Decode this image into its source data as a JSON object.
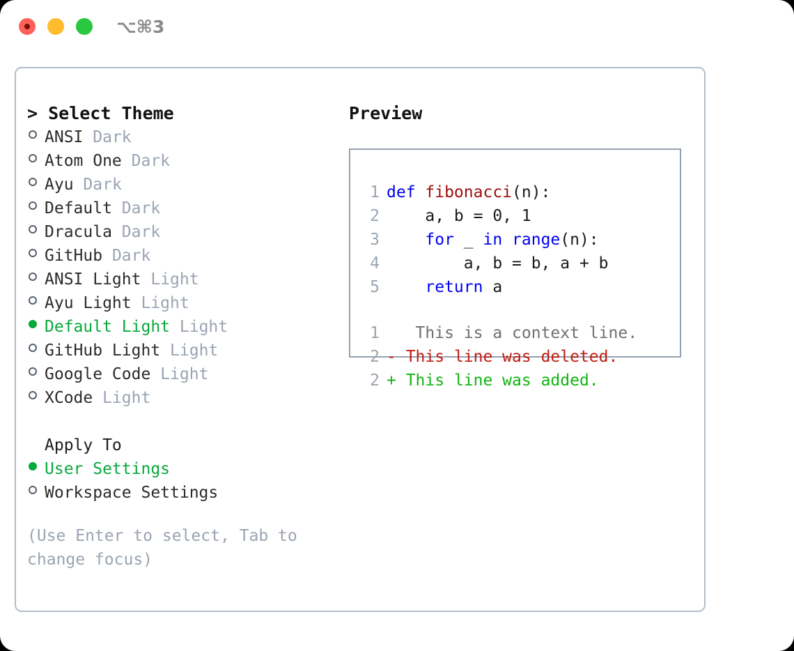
{
  "titlebar": {
    "shortcut": "⌥⌘3",
    "buttons": [
      {
        "name": "close",
        "color": "#ff6058"
      },
      {
        "name": "minimize",
        "color": "#ffbd2e"
      },
      {
        "name": "maximize",
        "color": "#28c840"
      }
    ]
  },
  "theme_picker": {
    "header": "> Select Theme",
    "items": [
      {
        "marker": "○",
        "name": "ANSI",
        "category": "Dark",
        "selected": false
      },
      {
        "marker": "○",
        "name": "Atom One",
        "category": "Dark",
        "selected": false
      },
      {
        "marker": "○",
        "name": "Ayu",
        "category": "Dark",
        "selected": false
      },
      {
        "marker": "○",
        "name": "Default",
        "category": "Dark",
        "selected": false
      },
      {
        "marker": "○",
        "name": "Dracula",
        "category": "Dark",
        "selected": false
      },
      {
        "marker": "○",
        "name": "GitHub",
        "category": "Dark",
        "selected": false
      },
      {
        "marker": "○",
        "name": "ANSI Light",
        "category": "Light",
        "selected": false
      },
      {
        "marker": "○",
        "name": "Ayu Light",
        "category": "Light",
        "selected": false
      },
      {
        "marker": "●",
        "name": "Default Light",
        "category": "Light",
        "selected": true
      },
      {
        "marker": "○",
        "name": "GitHub Light",
        "category": "Light",
        "selected": false
      },
      {
        "marker": "○",
        "name": "Google Code",
        "category": "Light",
        "selected": false
      },
      {
        "marker": "○",
        "name": "XCode",
        "category": "Light",
        "selected": false
      }
    ]
  },
  "apply_to": {
    "header": "Apply To",
    "items": [
      {
        "marker": "●",
        "label": "User Settings",
        "selected": true
      },
      {
        "marker": "○",
        "label": "Workspace Settings",
        "selected": false
      }
    ]
  },
  "hint": "(Use Enter to select, Tab to change focus)",
  "preview": {
    "title": "Preview",
    "code_lines": [
      {
        "num": "1",
        "tokens": [
          {
            "text": "def ",
            "type": "kw"
          },
          {
            "text": "fibonacci",
            "type": "fn"
          },
          {
            "text": "(n):",
            "type": "plain"
          }
        ]
      },
      {
        "num": "2",
        "tokens": [
          {
            "text": "    a, b = 0, 1",
            "type": "plain"
          }
        ]
      },
      {
        "num": "3",
        "tokens": [
          {
            "text": "    ",
            "type": "plain"
          },
          {
            "text": "for",
            "type": "kw"
          },
          {
            "text": " _ ",
            "type": "plain"
          },
          {
            "text": "in range",
            "type": "kw"
          },
          {
            "text": "(n):",
            "type": "plain"
          }
        ]
      },
      {
        "num": "4",
        "tokens": [
          {
            "text": "        a, b = b, a + b",
            "type": "plain"
          }
        ]
      },
      {
        "num": "5",
        "tokens": [
          {
            "text": "    ",
            "type": "plain"
          },
          {
            "text": "return",
            "type": "kw"
          },
          {
            "text": " a",
            "type": "plain"
          }
        ]
      }
    ],
    "diff_lines": [
      {
        "num": "1",
        "sign": " ",
        "text": "  This is a context line.",
        "kind": "context"
      },
      {
        "num": "2",
        "sign": "-",
        "text": " This line was deleted.",
        "kind": "deleted"
      },
      {
        "num": "2",
        "sign": "+",
        "text": " This line was added.",
        "kind": "added"
      }
    ]
  },
  "colors": {
    "selection_green": "#08a83c",
    "muted_gray": "#9aa4b2",
    "keyword_blue": "#0000ee",
    "function_red": "#a00f0f",
    "diff_deleted": "#c01a0f",
    "diff_added": "#10b510",
    "panel_border": "#b3bcc8",
    "preview_border": "#94a0b0"
  }
}
